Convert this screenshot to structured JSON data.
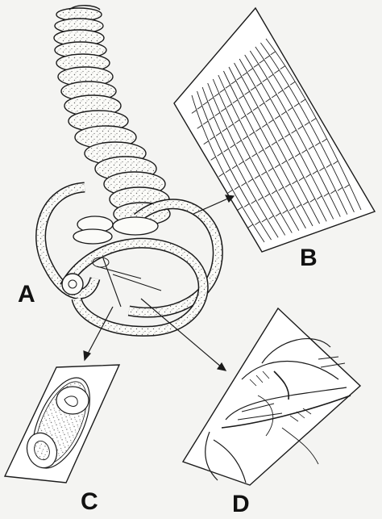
{
  "labels": {
    "a": "A",
    "b": "B",
    "c": "C",
    "d": "D"
  },
  "colors": {
    "ink": "#1a1a1a",
    "paper": "#f4f4f2",
    "panel_fill": "#ffffff",
    "stipple": "#6a6a6a"
  }
}
